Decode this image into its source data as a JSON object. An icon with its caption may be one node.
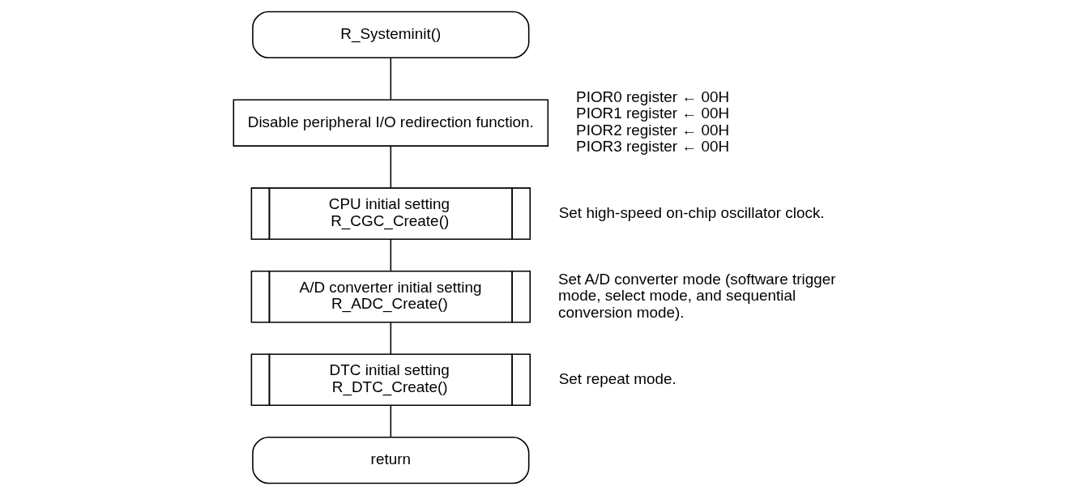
{
  "diagram": {
    "nodes": [
      {
        "text": [
          "R_Systeminit()"
        ]
      },
      {
        "text": [
          "Disable peripheral I/O redirection function."
        ],
        "beside": [
          "PIOR0 register ← 00H",
          "PIOR1 register ← 00H",
          "PIOR2 register ← 00H",
          "PIOR3 register ← 00H"
        ]
      },
      {
        "text": [
          "CPU initial setting",
          "R_CGC_Create()"
        ],
        "beside": [
          "Set high-speed on-chip oscillator clock."
        ]
      },
      {
        "text": [
          "A/D converter initial setting",
          "R_ADC_Create()"
        ],
        "beside": [
          "Set A/D converter mode (software trigger mode, select mode, and sequential conversion mode)."
        ]
      },
      {
        "text": [
          "DTC initial setting",
          "R_DTC_Create()"
        ],
        "beside": [
          "Set repeat mode."
        ]
      },
      {
        "text": [
          "return"
        ]
      }
    ],
    "edges": [
      {
        "from": 0,
        "to": 1,
        "arrow": "none"
      },
      {
        "from": 1,
        "to": 2,
        "arrow": "none"
      },
      {
        "from": 2,
        "to": 3,
        "arrow": "none"
      },
      {
        "from": 3,
        "to": 4,
        "arrow": "none"
      },
      {
        "from": 4,
        "to": 5,
        "arrow": "none"
      }
    ]
  }
}
